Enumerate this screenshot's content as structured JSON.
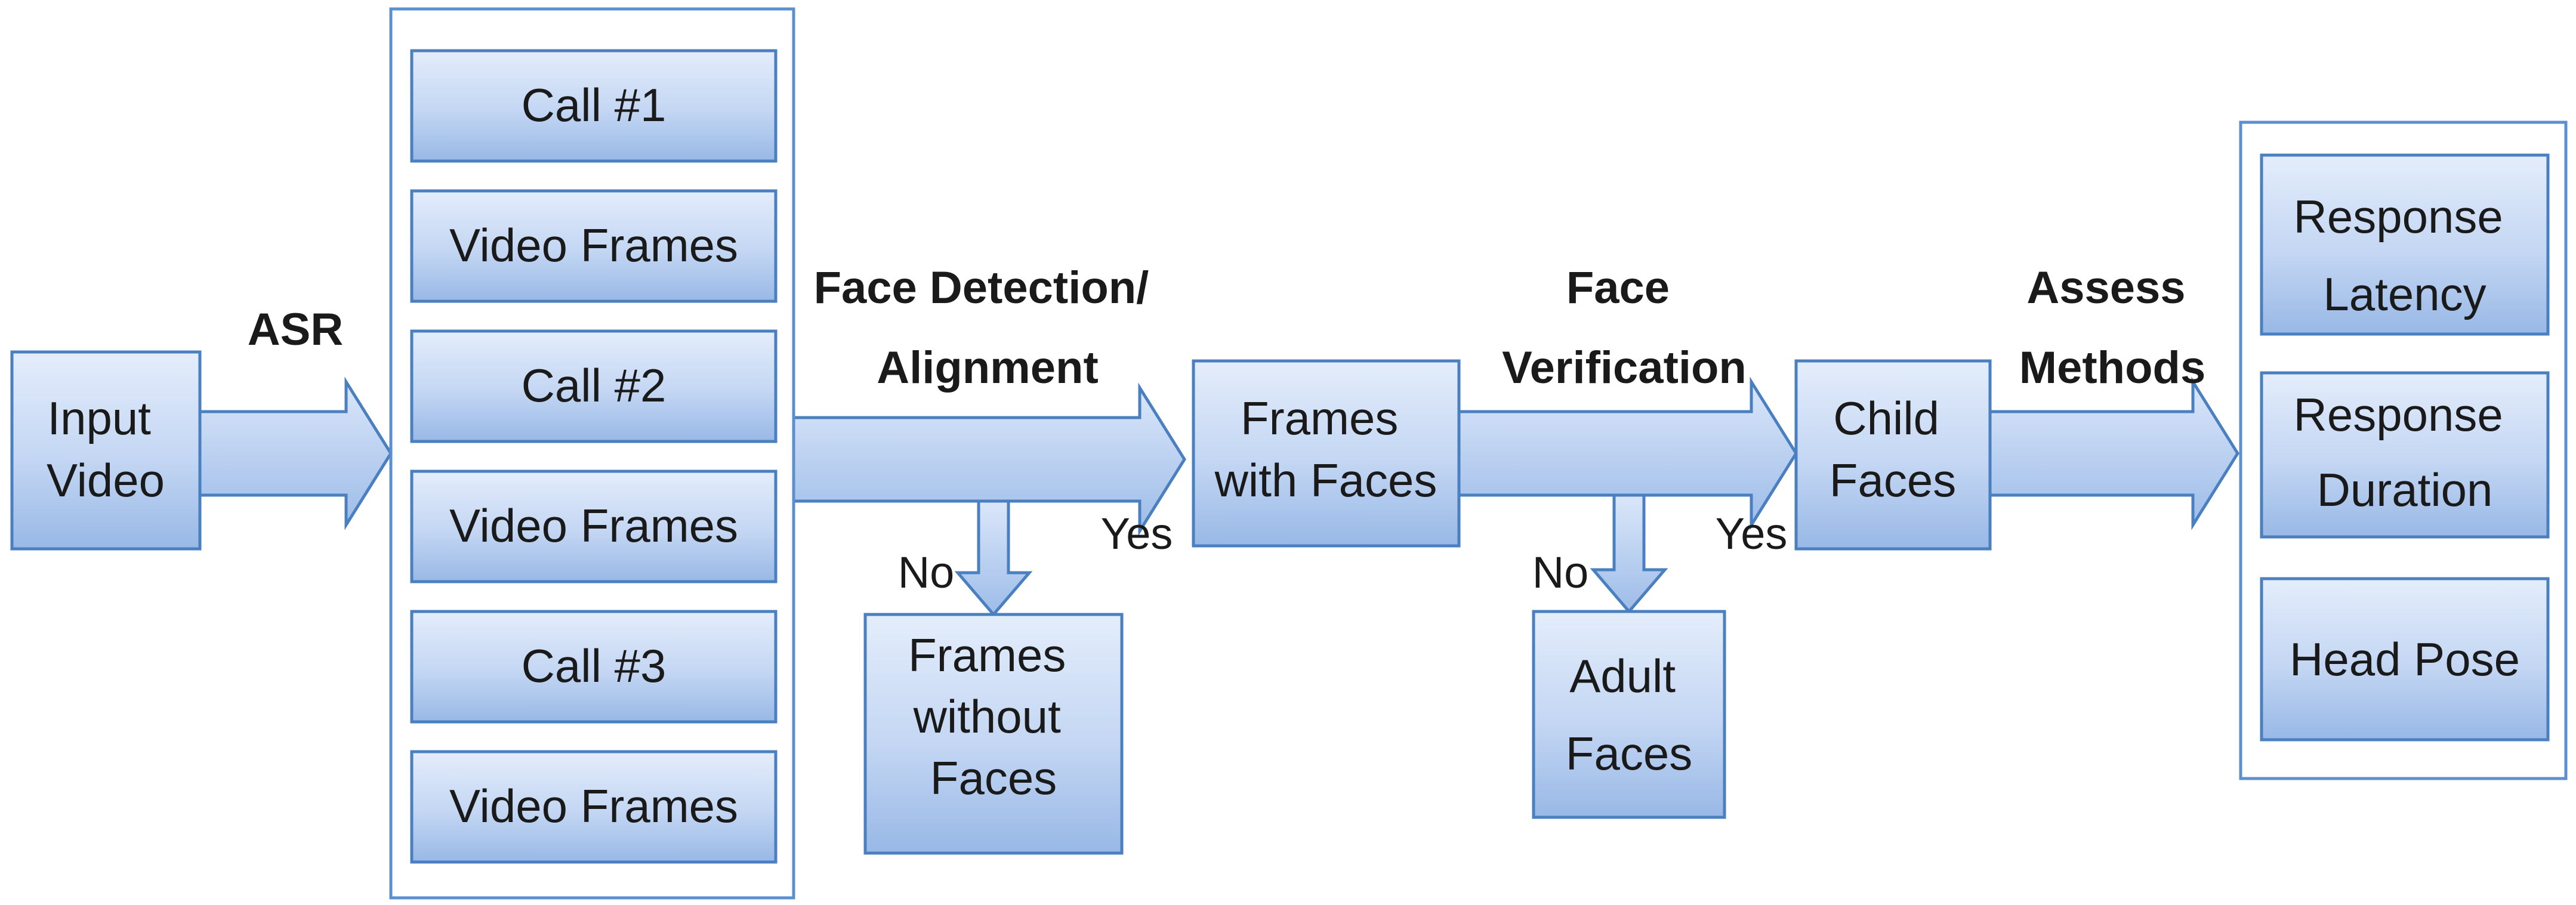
{
  "nodes": {
    "input_video": [
      "Input",
      "Video"
    ],
    "calls": [
      {
        "call": "Call #1",
        "frames": "Video Frames"
      },
      {
        "call": "Call #2",
        "frames": "Video Frames"
      },
      {
        "call": "Call #3",
        "frames": "Video Frames"
      }
    ],
    "frames_with_faces": [
      "Frames",
      "with Faces"
    ],
    "frames_without_faces": [
      "Frames",
      "without",
      "Faces"
    ],
    "child_faces": [
      "Child",
      "Faces"
    ],
    "adult_faces": [
      "Adult",
      "Faces"
    ],
    "methods": [
      [
        "Response",
        "Latency"
      ],
      [
        "Response",
        "Duration"
      ],
      [
        "Head Pose"
      ]
    ]
  },
  "edges": {
    "asr": "ASR",
    "face_detection": [
      "Face Detection/",
      "Alignment"
    ],
    "face_verification": [
      "Face",
      "Verification"
    ],
    "assess_methods": [
      "Assess",
      "Methods"
    ],
    "yes": "Yes",
    "no": "No"
  },
  "colors": {
    "box_fill_top": "#dfe9fa",
    "box_fill_bottom": "#9ebde9",
    "stroke": "#4a7fc0"
  }
}
